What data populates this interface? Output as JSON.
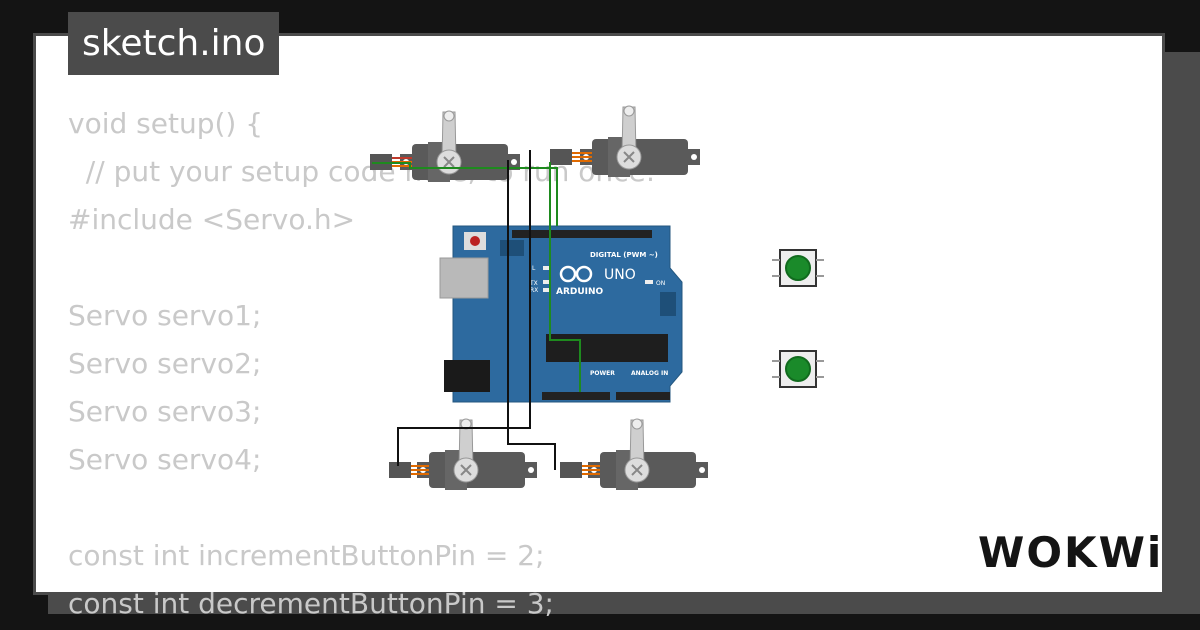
{
  "title": "sketch.ino",
  "code_lines": [
    "void setup() {",
    "  // put your setup code here, to run once:",
    "#include <Servo.h>",
    "",
    "Servo servo1;",
    "Servo servo2;",
    "Servo servo3;",
    "Servo servo4;",
    "",
    "const int incrementButtonPin = 2;",
    "const int decrementButtonPin = 3;"
  ],
  "board": {
    "name": "UNO",
    "brand": "ARDUINO",
    "digital_label": "DIGITAL (PWM ~)",
    "power_label": "POWER",
    "analog_label": "ANALOG IN",
    "on_label": "ON",
    "tx_label": "TX",
    "rx_label": "RX",
    "l_label": "L"
  },
  "brand": "WOKWi",
  "colors": {
    "background": "#141414",
    "card": "#ffffff",
    "frame": "#4b4b4b",
    "code_text": "#c9c9c9",
    "board": "#2d6a9f",
    "wire_signal": "#1e8a1e",
    "wire_black": "#111111",
    "button": "#1a8a2a"
  },
  "components": [
    "servo1",
    "servo2",
    "servo3",
    "servo4",
    "arduino-uno",
    "pushbutton-increment",
    "pushbutton-decrement"
  ]
}
